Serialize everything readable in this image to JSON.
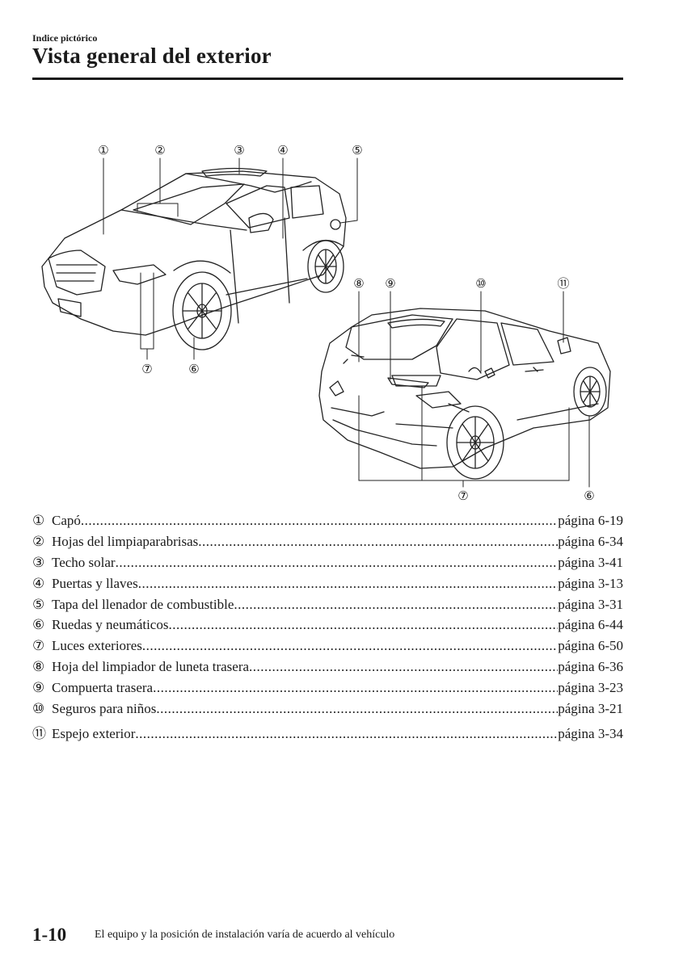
{
  "header": {
    "section": "Indice pictórico",
    "title": "Vista general del exterior"
  },
  "figure": {
    "callouts_front": [
      "①",
      "②",
      "③",
      "④",
      "⑤",
      "⑦",
      "⑥"
    ],
    "callouts_rear": [
      "⑧",
      "⑨",
      "⑩",
      "⑪",
      "⑦",
      "⑥"
    ]
  },
  "toc": [
    {
      "num": "①",
      "label": "Capó",
      "page": "página 6-19"
    },
    {
      "num": "②",
      "label": "Hojas del limpiaparabrisas",
      "page": "página 6-34"
    },
    {
      "num": "③",
      "label": "Techo solar",
      "page": "página 3-41"
    },
    {
      "num": "④",
      "label": "Puertas y llaves",
      "page": "página 3-13"
    },
    {
      "num": "⑤",
      "label": "Tapa del llenador de combustible",
      "page": "página 3-31"
    },
    {
      "num": "⑥",
      "label": "Ruedas y neumáticos",
      "page": "página 6-44"
    },
    {
      "num": "⑦",
      "label": "Luces exteriores",
      "page": "página 6-50"
    },
    {
      "num": "⑧",
      "label": "Hoja del limpiador de luneta trasera",
      "page": "página 6-36"
    },
    {
      "num": "⑨",
      "label": "Compuerta trasera",
      "page": "página 3-23"
    },
    {
      "num": "⑩",
      "label": "Seguros para niños",
      "page": "página 3-21"
    },
    {
      "num": "⑪",
      "label": "Espejo exterior",
      "page": "página 3-34"
    }
  ],
  "footer": {
    "page_number": "1-10",
    "note": "El equipo y la posición de instalación varía de acuerdo al vehículo"
  }
}
